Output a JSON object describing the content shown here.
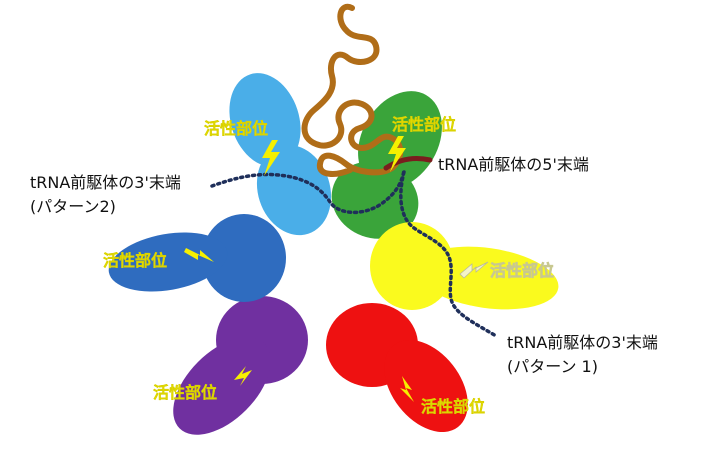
{
  "labels": {
    "active_site": "活性部位",
    "trna_5prime": "tRNA前駆体の5'末端",
    "trna_3prime_p2_line1": "tRNA前駆体の3'末端",
    "trna_3prime_p2_line2": "(パターン2)",
    "trna_3prime_p1_line1": "tRNA前駆体の3'末端",
    "trna_3prime_p1_line2": "(パターン 1)"
  },
  "colors": {
    "light_blue": "#4aaee8",
    "green": "#3aa43a",
    "yellow": "#fafa1e",
    "red": "#ee1111",
    "purple": "#7030a0",
    "dark_blue": "#2f6cbf",
    "rna_strand": "#b06d18",
    "trna_5prime_strand": "#7a1e1e",
    "dotted_path": "#1f2f5a",
    "active_site_text": "#f6f000"
  },
  "icons": [
    "lightning-bolt-icon"
  ]
}
